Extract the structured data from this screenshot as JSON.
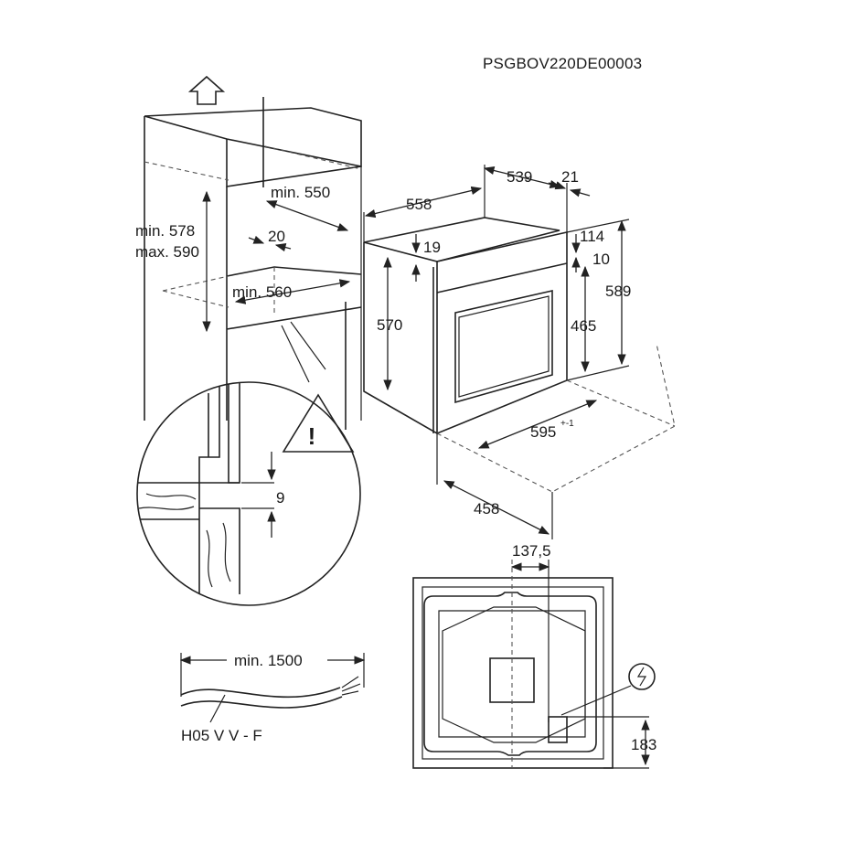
{
  "document_code": "PSGBOV220DE00003",
  "cabinet": {
    "height_min": "min. 578",
    "height_max": "max. 590",
    "depth_min": "min. 550",
    "gap": "20",
    "width_min": "min. 560"
  },
  "detail": {
    "clearance": "9",
    "warning_symbol": "!"
  },
  "oven": {
    "depth_total": "558",
    "depth_body": "539",
    "front_thickness": "21",
    "top_offset": "19",
    "body_height": "570",
    "top_gap": "114",
    "control_offset": "10",
    "door_height": "465",
    "total_height": "589",
    "width_value": "595",
    "width_tolerance": "+-1",
    "base_depth": "458"
  },
  "cable": {
    "length_min": "min. 1500",
    "type": "H05 V V - F"
  },
  "rear": {
    "offset_x": "137,5",
    "connection_height": "183",
    "connection_symbol": "electrical-connection"
  },
  "icons": [
    "up-arrow-icon",
    "warning-icon",
    "electrical-connection-icon"
  ]
}
